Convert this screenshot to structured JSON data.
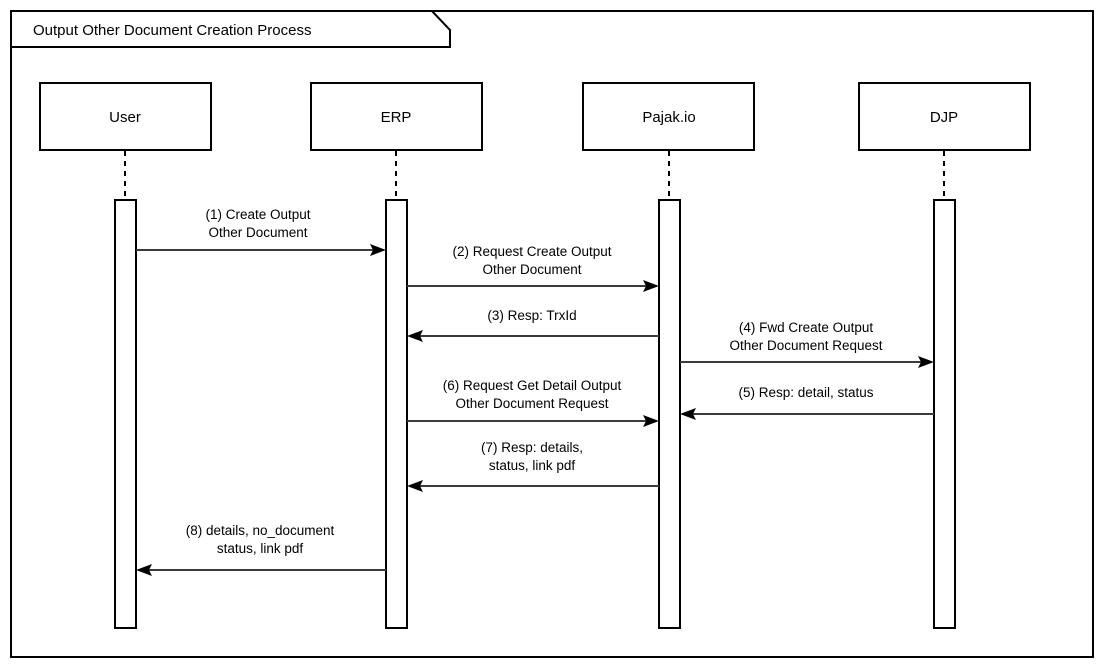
{
  "diagram": {
    "type": "uml-sequence-diagram",
    "frame_label": "Output Other Document Creation Process",
    "participants": [
      {
        "id": "user",
        "name": "User"
      },
      {
        "id": "erp",
        "name": "ERP"
      },
      {
        "id": "pajak",
        "name": "Pajak.io"
      },
      {
        "id": "djp",
        "name": "DJP"
      }
    ],
    "messages": [
      {
        "number": "(1)",
        "from": "user",
        "to": "erp",
        "direction": "right",
        "lines": [
          "(1) Create Output",
          "Other Document"
        ]
      },
      {
        "number": "(2)",
        "from": "erp",
        "to": "pajak",
        "direction": "right",
        "lines": [
          "(2) Request Create Output",
          "Other Document"
        ]
      },
      {
        "number": "(3)",
        "from": "pajak",
        "to": "erp",
        "direction": "left",
        "lines": [
          "(3) Resp: TrxId"
        ]
      },
      {
        "number": "(4)",
        "from": "pajak",
        "to": "djp",
        "direction": "right",
        "lines": [
          "(4) Fwd Create Output",
          "Other Document Request"
        ]
      },
      {
        "number": "(5)",
        "from": "djp",
        "to": "pajak",
        "direction": "left",
        "lines": [
          "(5) Resp: detail, status"
        ]
      },
      {
        "number": "(6)",
        "from": "erp",
        "to": "pajak",
        "direction": "right",
        "lines": [
          "(6) Request Get Detail Output",
          "Other Document Request"
        ]
      },
      {
        "number": "(7)",
        "from": "pajak",
        "to": "erp",
        "direction": "left",
        "lines": [
          "(7) Resp: details,",
          "status, link pdf"
        ]
      },
      {
        "number": "(8)",
        "from": "erp",
        "to": "user",
        "direction": "left",
        "lines": [
          "(8) details, no_document",
          "status, link pdf"
        ]
      }
    ]
  },
  "colors": {
    "stroke": "#000000",
    "message_stroke": "#3b3b3b",
    "background": "#ffffff"
  }
}
